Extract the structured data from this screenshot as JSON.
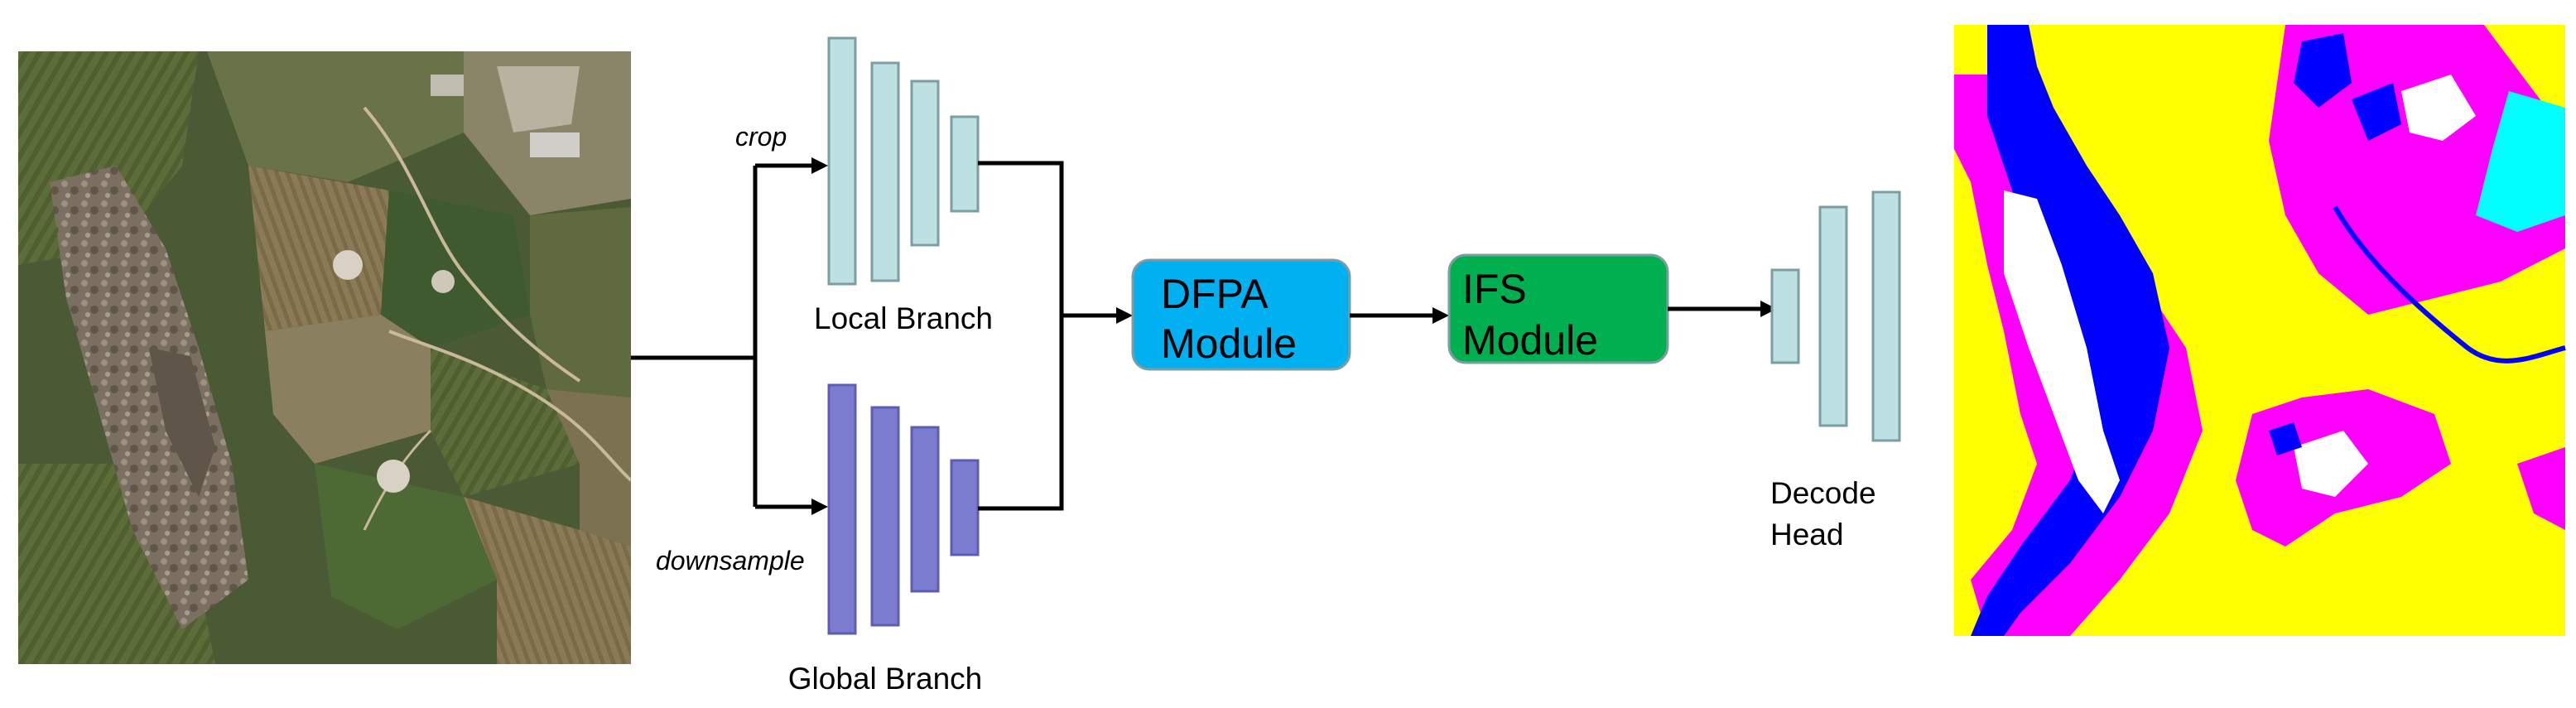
{
  "labels": {
    "crop": "crop",
    "downsample": "downsample",
    "local_branch": "Local Branch",
    "global_branch": "Global Branch",
    "dfpa_line1": "DFPA",
    "dfpa_line2": "Module",
    "ifs_line1": "IFS",
    "ifs_line2": "Module",
    "decode_line1": "Decode",
    "decode_line2": "Head"
  },
  "colors": {
    "dfpa_module": "#00b0f0",
    "ifs_module": "#00b050",
    "local_layers": "#bde0e3",
    "global_layers": "#7b7bd0",
    "seg_yellow": "#ffff00",
    "seg_magenta": "#ff00ff",
    "seg_blue": "#0000ff",
    "seg_white": "#ffffff",
    "seg_cyan": "#00ffff"
  },
  "images": {
    "input": "satellite-aerial-image",
    "output": "segmentation-map"
  }
}
